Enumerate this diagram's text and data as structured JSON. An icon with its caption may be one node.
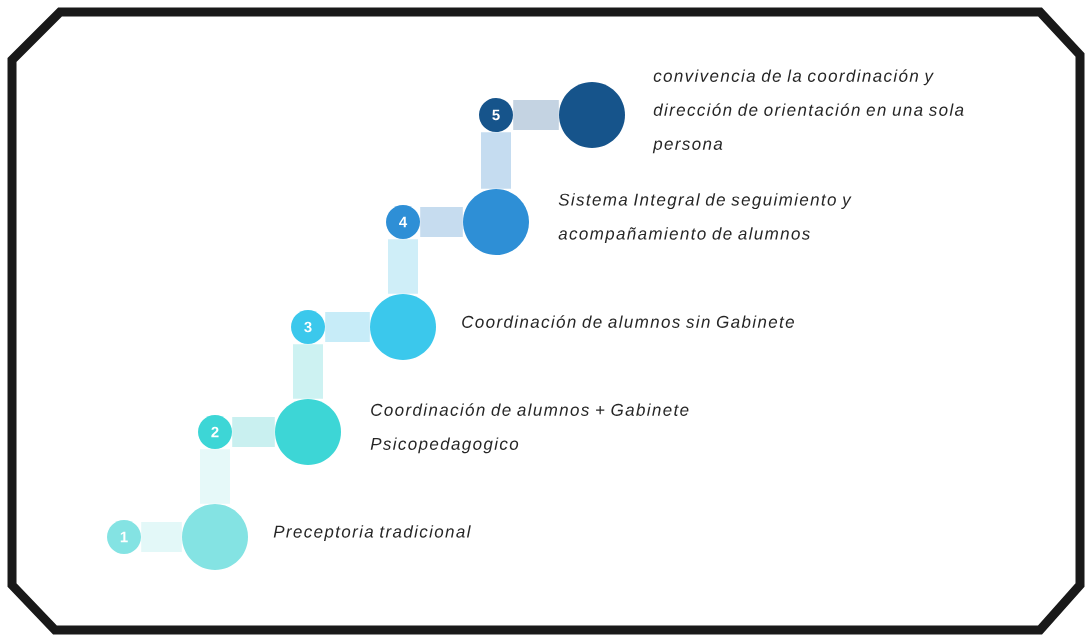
{
  "diagram": {
    "nodes": [
      {
        "text": [
          "1"
        ]
      },
      {
        "text": [],
        "shape": "circle",
        "beside": [
          "Preceptoria tradicional"
        ]
      },
      {
        "text": [
          "2"
        ]
      },
      {
        "text": [],
        "shape": "circle",
        "beside": [
          "Coordinación de alumnos + Gabinete Psicopedagogico"
        ]
      },
      {
        "text": [
          "3"
        ]
      },
      {
        "text": [],
        "shape": "circle",
        "beside": [
          "Coordinación de alumnos sin Gabinete"
        ]
      },
      {
        "text": [
          "4"
        ]
      },
      {
        "text": [],
        "shape": "circle",
        "beside": [
          "Sistema Integral de seguimiento y acompañamiento de alumnos"
        ]
      },
      {
        "text": [
          "5"
        ]
      },
      {
        "text": [],
        "shape": "circle",
        "beside": [
          "convivencia de la coordinación y dirección de orientación en una sola persona"
        ]
      }
    ],
    "edges": [
      {
        "from": 0,
        "to": 1,
        "arrow": "none",
        "color": "#e3f8f8"
      },
      {
        "from": 1,
        "to": 2,
        "arrow": "none",
        "color": "#e6f9f9"
      },
      {
        "from": 2,
        "to": 3,
        "arrow": "none",
        "color": "#c9f0f0"
      },
      {
        "from": 3,
        "to": 4,
        "arrow": "none",
        "color": "#cdf2f2"
      },
      {
        "from": 4,
        "to": 5,
        "arrow": "none",
        "color": "#c7ecf8"
      },
      {
        "from": 5,
        "to": 6,
        "arrow": "none",
        "color": "#cfeef8"
      },
      {
        "from": 6,
        "to": 7,
        "arrow": "none",
        "color": "#c6dcef"
      },
      {
        "from": 7,
        "to": 8,
        "arrow": "none",
        "color": "#c5dcf0"
      },
      {
        "from": 8,
        "to": 9,
        "arrow": "none",
        "color": "#c4d3e2"
      }
    ]
  }
}
